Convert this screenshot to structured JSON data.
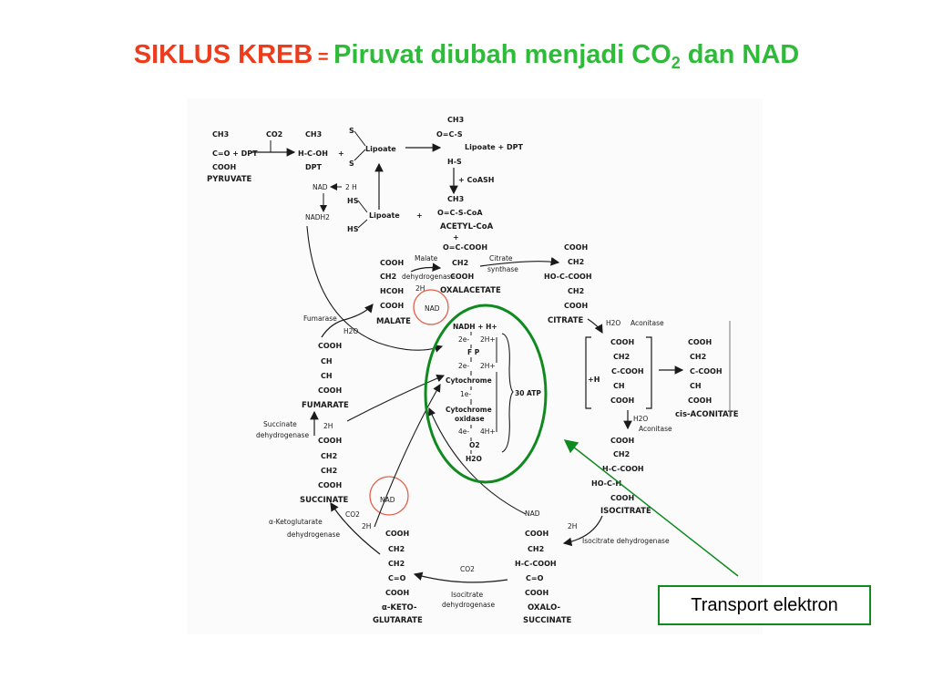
{
  "title": {
    "part1": "SIKLUS KREB",
    "eq": " = ",
    "part2": "Piruvat diubah menjadi CO",
    "sub": "2",
    "part3": " dan NAD"
  },
  "callout": {
    "label": "Transport elektron"
  },
  "colors": {
    "title_red": "#ee3b1c",
    "title_green": "#2fbb3a",
    "highlight_circle": "#0f8a1f",
    "nad_circle": "#e0604a"
  },
  "diagram": {
    "pyruvate": {
      "ch3": "CH3",
      "co": "C=O + DPT",
      "cooh": "COOH",
      "name": "PYRUVATE"
    },
    "co2_top": "CO2",
    "hydroxy": {
      "ch3": "CH3",
      "hcoh": "H-C-OH",
      "plus": "+",
      "dpt": "DPT"
    },
    "lipoate1": {
      "s1": "S",
      "s2": "S",
      "label": "Lipoate"
    },
    "acetyl_lip": {
      "ch3": "CH3",
      "ocs": "O=C-S",
      "label": "Lipoate + DPT",
      "hs": "H-S"
    },
    "coash": "+ CoASH",
    "nad_lip": {
      "nad": "NAD",
      "h2": "2 H",
      "nadh2": "NADH2"
    },
    "lipoate2": {
      "hs1": "HS",
      "hs2": "HS",
      "label": "Lipoate",
      "plus": "+"
    },
    "acetylcoa": {
      "ch3": "CH3",
      "ocs": "O=C-S-CoA",
      "name": "ACETYL-CoA",
      "plus": "+"
    },
    "oxalo": {
      "occ": "O=C-COOH",
      "ch2": "CH2",
      "cooh": "COOH",
      "name": "OXALACETATE"
    },
    "malate": {
      "cooh1": "COOH",
      "ch2": "CH2",
      "hcoh": "HCOH",
      "cooh2": "COOH",
      "name": "MALATE",
      "enzyme1": "Malate",
      "enzyme2": "dehydrogenase",
      "h2": "2H",
      "nad": "NAD"
    },
    "citrate_synthase": {
      "l1": "Citrate",
      "l2": "synthase"
    },
    "citrate": {
      "cooh1": "COOH",
      "ch2a": "CH2",
      "hoc": "HO-C-COOH",
      "ch2b": "CH2",
      "cooh2": "COOH",
      "name": "CITRATE",
      "h2o": "H2O",
      "enzyme": "Aconitase"
    },
    "cis_aconitate_intermediate": {
      "cooh1": "COOH",
      "ch2": "CH2",
      "c": "C-COOH",
      "plus": "+H",
      "ch": "CH",
      "cooh2": "COOH"
    },
    "cis_aconitate": {
      "cooh1": "COOH",
      "ch2": "CH2",
      "c": "C-COOH",
      "ch": "CH",
      "cooh2": "COOH",
      "name": "cis-ACONITATE",
      "cis": "cis"
    },
    "isocitrate": {
      "h2o": "H2O",
      "enzyme": "Aconitase",
      "cooh1": "COOH",
      "ch2": "CH2",
      "hc": "H-C-COOH",
      "hoch": "HO-C-H",
      "cooh2": "COOH",
      "name": "ISOCITRATE",
      "nad": "NAD",
      "h2": "2H",
      "dehyd": "Isocitrate dehydrogenase"
    },
    "oxalosuccinate": {
      "cooh1": "COOH",
      "ch2": "CH2",
      "hc": "H-C-COOH",
      "co": "C=O",
      "cooh2": "COOH",
      "name1": "OXALO-",
      "name2": "SUCCINATE",
      "co2": "CO2",
      "enzyme1": "Isocitrate",
      "enzyme2": "dehydrogenase"
    },
    "ketoglutarate": {
      "cooh1": "COOH",
      "ch2a": "CH2",
      "ch2b": "CH2",
      "co": "C=O",
      "cooh2": "COOH",
      "name1": "α-KETO-",
      "name2": "GLUTARATE",
      "co2": "CO2",
      "h2": "2H",
      "enzyme1": "α-Ketoglutarate",
      "enzyme2": "dehydrogenase",
      "nad": "NAD"
    },
    "succinate": {
      "cooh1": "COOH",
      "ch2a": "CH2",
      "ch2b": "CH2",
      "cooh2": "COOH",
      "name": "SUCCINATE",
      "enzyme1": "Succinate",
      "enzyme2": "dehydrogenase",
      "h2": "2H"
    },
    "fumarate": {
      "cooh1": "COOH",
      "ch1": "CH",
      "ch2": "CH",
      "cooh2": "COOH",
      "name": "FUMARATE",
      "enzyme": "Fumarase",
      "h2o": "H2O"
    },
    "etc": {
      "nadh": "NADH + H+",
      "e2a": "2e-",
      "h2a": "2H+",
      "fp": "F P",
      "e2b": "2e-",
      "h2b": "2H+",
      "cyt": "Cytochrome",
      "e1": "1e-",
      "cytox1": "Cytochrome",
      "cytox2": "oxidase",
      "e4": "4e-",
      "h4": "4H+",
      "o2": "O2",
      "h2o": "H2O",
      "atp": "30 ATP"
    }
  }
}
